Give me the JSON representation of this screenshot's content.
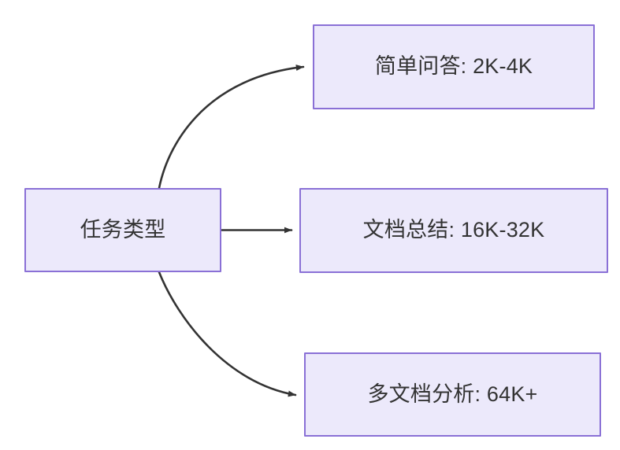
{
  "diagram": {
    "type": "flowchart",
    "direction": "left-to-right",
    "background_color": "#ffffff",
    "node_fill_color": "#ece9fb",
    "node_border_color": "#8a70d6",
    "node_text_color": "#333333",
    "edge_color": "#333333",
    "source_node": {
      "id": "task-type",
      "label": "任务类型"
    },
    "target_nodes": [
      {
        "id": "simple-qa",
        "label": "简单问答: 2K-4K",
        "task": "简单问答",
        "range": "2K-4K"
      },
      {
        "id": "doc-summary",
        "label": "文档总结: 16K-32K",
        "task": "文档总结",
        "range": "16K-32K"
      },
      {
        "id": "multi-doc",
        "label": "多文档分析: 64K+",
        "task": "多文档分析",
        "range": "64K+"
      }
    ],
    "edges": [
      {
        "id": "edge-to-simple-qa",
        "from": "任务类型",
        "to": "简单问答: 2K-4K",
        "style": "curved",
        "arrow": "triangle"
      },
      {
        "id": "edge-to-doc-summary",
        "from": "任务类型",
        "to": "文档总结: 16K-32K",
        "style": "straight",
        "arrow": "triangle"
      },
      {
        "id": "edge-to-multi-doc",
        "from": "任务类型",
        "to": "多文档分析: 64K+",
        "style": "curved",
        "arrow": "triangle"
      }
    ]
  }
}
